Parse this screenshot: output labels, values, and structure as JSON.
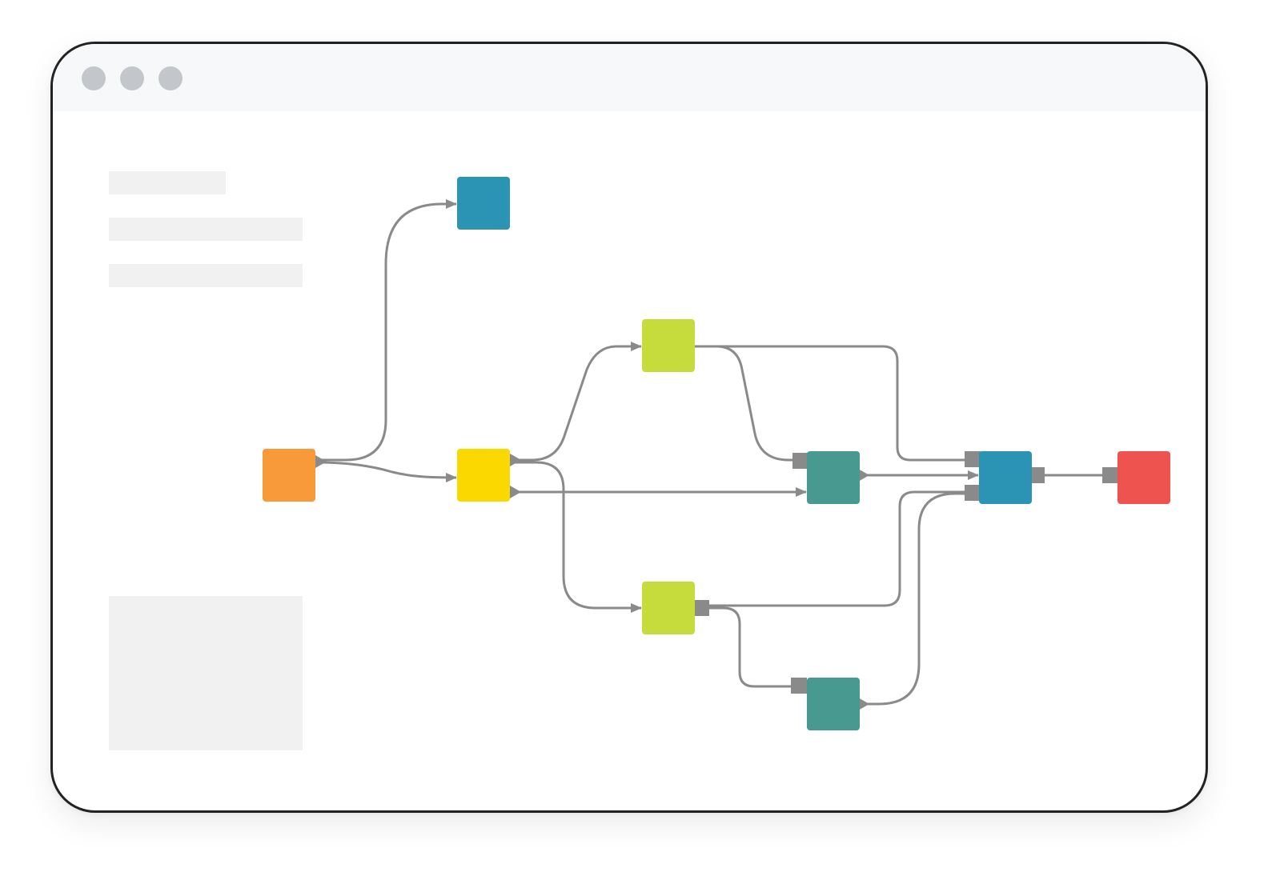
{
  "window": {
    "controls": [
      {
        "name": "window-control-dot-1",
        "color": "#c3c6ca"
      },
      {
        "name": "window-control-dot-2",
        "color": "#c3c6ca"
      },
      {
        "name": "window-control-dot-3",
        "color": "#c3c6ca"
      }
    ]
  },
  "sidebar": {
    "text_placeholders": 3,
    "image_placeholder": true
  },
  "diagram": {
    "connector_color": "#8a8a8a",
    "nodes": [
      {
        "id": "source",
        "color": "#f8993a"
      },
      {
        "id": "top-output",
        "color": "#2b93b4"
      },
      {
        "id": "splitter",
        "color": "#fbd900"
      },
      {
        "id": "upper-branch",
        "color": "#c6dc3c"
      },
      {
        "id": "lower-branch",
        "color": "#c6dc3c"
      },
      {
        "id": "upper-processor",
        "color": "#489a90"
      },
      {
        "id": "lower-processor",
        "color": "#489a90"
      },
      {
        "id": "merger",
        "color": "#2b93b4"
      },
      {
        "id": "sink",
        "color": "#ef5350"
      }
    ],
    "edges": [
      {
        "from": "source",
        "to": "top-output"
      },
      {
        "from": "source",
        "to": "splitter"
      },
      {
        "from": "splitter",
        "to": "upper-branch"
      },
      {
        "from": "splitter",
        "to": "lower-branch"
      },
      {
        "from": "splitter",
        "to": "upper-processor"
      },
      {
        "from": "upper-branch",
        "to": "upper-processor"
      },
      {
        "from": "upper-branch",
        "to": "merger"
      },
      {
        "from": "upper-processor",
        "to": "merger"
      },
      {
        "from": "lower-branch",
        "to": "merger"
      },
      {
        "from": "lower-branch",
        "to": "lower-processor"
      },
      {
        "from": "lower-processor",
        "to": "merger"
      },
      {
        "from": "merger",
        "to": "sink"
      }
    ]
  }
}
